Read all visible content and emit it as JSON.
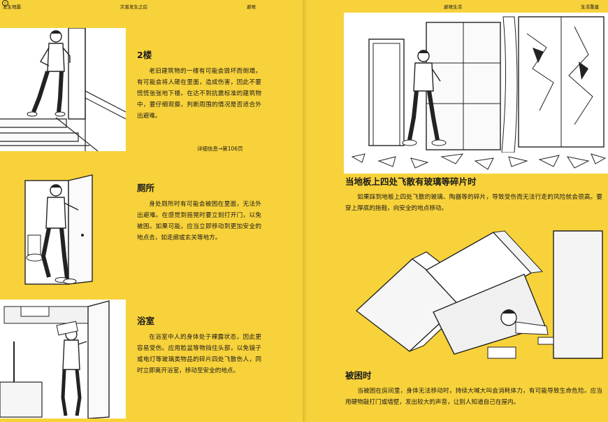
{
  "running_heads": {
    "left": [
      "发生地震",
      "灾害发生之后",
      "避难"
    ],
    "right": [
      "避难生活",
      "生活重建"
    ],
    "page_mark": "✓"
  },
  "left_page": {
    "sections": [
      {
        "title": "2楼",
        "body": "老旧建筑物的一楼有可能会毁坏而倒塌，有可能会将人砸在里面，造成伤害，因此不要慌慌张张地下楼。在达不到抗震标准的建筑物中，要仔细观察，判断周围的情况是否适合外出避难。",
        "ref": "详细信息→第106页"
      },
      {
        "title": "厕所",
        "body": "身处厕所时有可能会被困在里面，无法外出避难。在感觉到摇晃时要立刻打开门，以免被困。如果可能，应当立即移动到更加安全的地点去，如走廊或玄关等地方。"
      },
      {
        "title": "浴室",
        "body": "在浴室中人的身体处于裸露状态，因此更容易受伤。应用脸盆等物挡住头部，以免镜子或电灯等玻璃类物品的碎片四处飞散伤人，同时立即离开浴室，移动至安全的地点。"
      }
    ]
  },
  "right_page": {
    "sections": [
      {
        "title": "当地板上四处飞散有玻璃等碎片时",
        "body": "如果踩到地板上四处飞散的玻璃、陶器等的碎片，导致受伤而无法行走的风险就会很高。要穿上厚底的拖鞋，向安全的地点移动。"
      },
      {
        "title": "被困时",
        "body": "当被困在房间里，身体无法移动时，持续大喊大叫会消耗体力，有可能导致生命危险。应当用硬物敲打门或墙壁，发出较大的声音，让别人知道自己在屋内。"
      }
    ]
  },
  "colors": {
    "page_background": "#f8d23a",
    "ink": "#1a1a1a",
    "illustration_background": "#ffffff"
  }
}
